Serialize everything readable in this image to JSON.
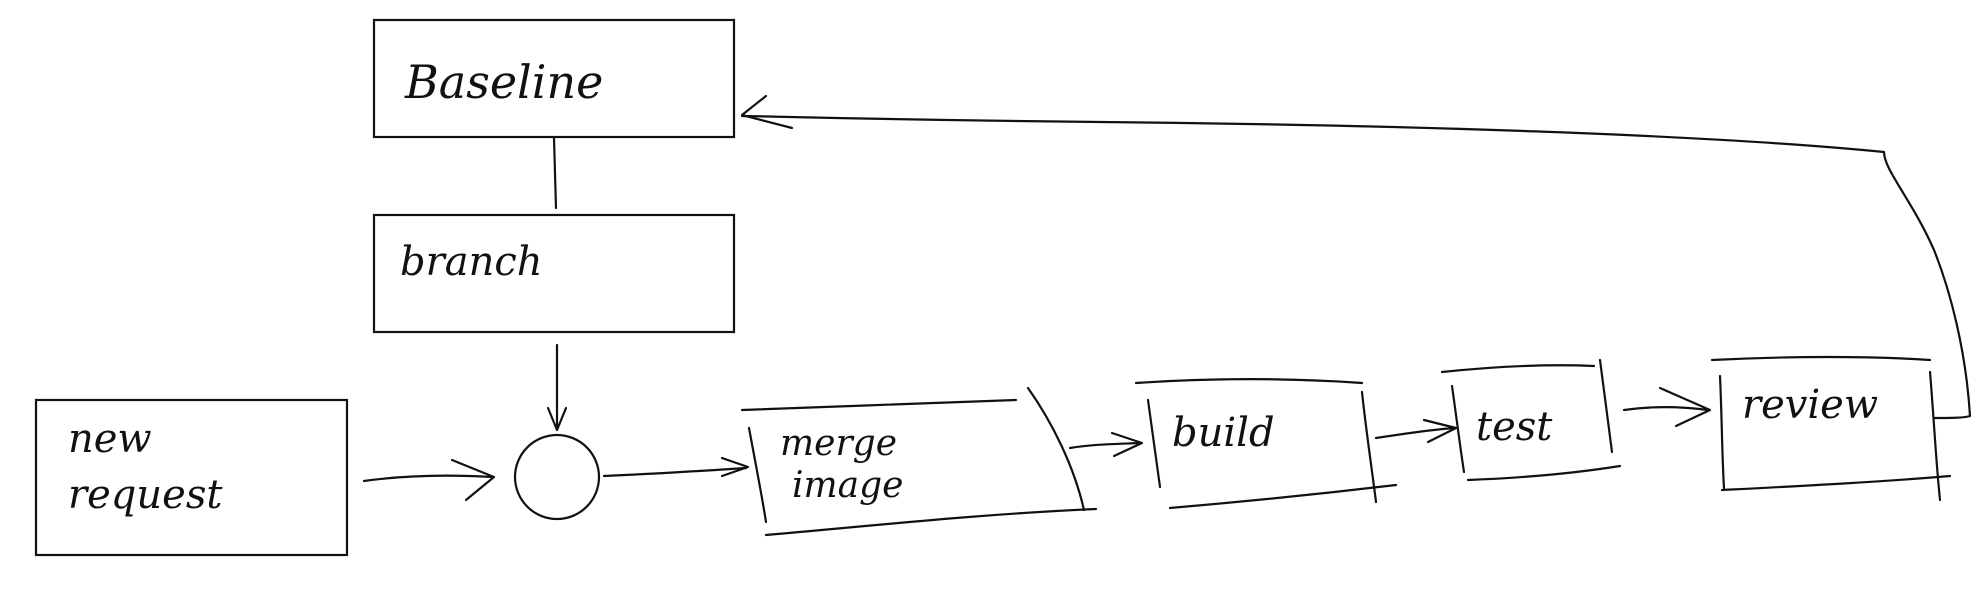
{
  "diagram": {
    "nodes": {
      "baseline": {
        "label": "Baseline"
      },
      "branch": {
        "label": "branch"
      },
      "new_request": {
        "line1": "new",
        "line2": "request"
      },
      "merge_point": {
        "label": ""
      },
      "merge_image": {
        "line1": "merge",
        "line2": "image"
      },
      "build": {
        "label": "build"
      },
      "test": {
        "label": "test"
      },
      "review": {
        "label": "review"
      }
    },
    "edges": [
      {
        "from": "baseline",
        "to": "branch"
      },
      {
        "from": "branch",
        "to": "merge_point"
      },
      {
        "from": "new_request",
        "to": "merge_point"
      },
      {
        "from": "merge_point",
        "to": "merge_image"
      },
      {
        "from": "merge_image",
        "to": "build"
      },
      {
        "from": "build",
        "to": "test"
      },
      {
        "from": "test",
        "to": "review"
      },
      {
        "from": "review",
        "to": "baseline"
      }
    ],
    "ink_color": "#111111",
    "background_color": "#ffffff"
  }
}
